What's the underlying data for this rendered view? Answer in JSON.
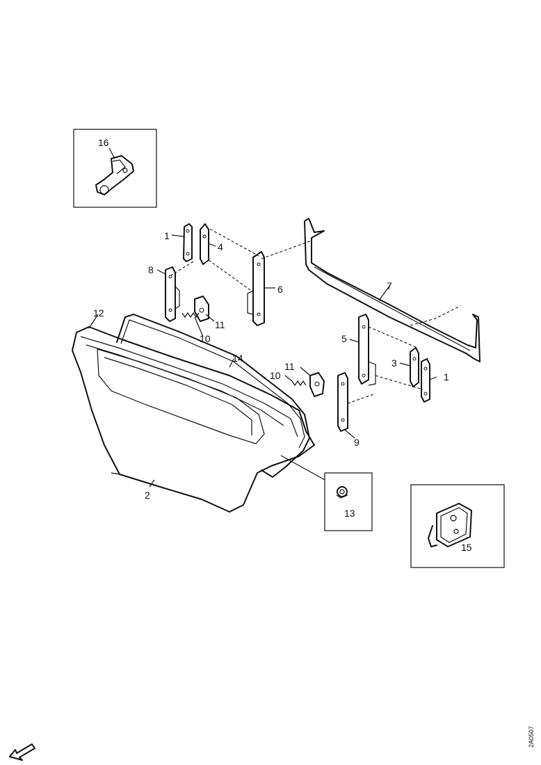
{
  "callouts": {
    "c1_top": "1",
    "c4": "4",
    "c8": "8",
    "c6": "6",
    "c7": "7",
    "c11_top": "11",
    "c10_top": "10",
    "c12": "12",
    "c14": "14",
    "c5": "5",
    "c3": "3",
    "c1_right": "1",
    "c9": "9",
    "c11_mid": "11",
    "c10_mid": "10",
    "c2": "2",
    "c13": "13",
    "c15": "15",
    "c16": "16"
  },
  "reference_code": "2A0507"
}
